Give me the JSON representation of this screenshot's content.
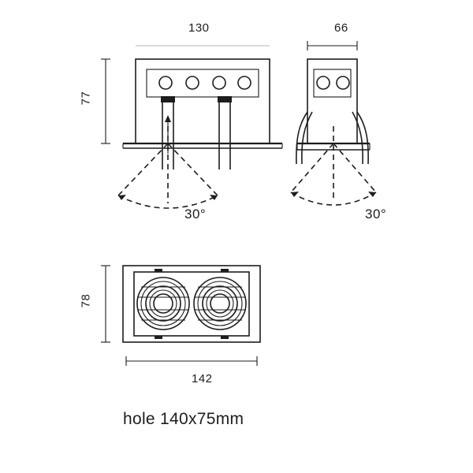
{
  "drawing": {
    "title_note": "hole 140x75mm",
    "views": {
      "front": {
        "name": "front-elevation-view",
        "width_label": "130",
        "height_label": "77",
        "beam_angle_label": "30°",
        "lamp_count": 4
      },
      "side": {
        "name": "side-elevation-view",
        "width_label": "66",
        "beam_angle_label": "30°",
        "lamp_count": 2
      },
      "plan": {
        "name": "plan-view",
        "width_label": "142",
        "height_label": "78",
        "lamp_count": 2
      }
    },
    "colors": {
      "line": "#1d1d1d",
      "guide": "#b6b6b6",
      "background": "#ffffff"
    }
  }
}
